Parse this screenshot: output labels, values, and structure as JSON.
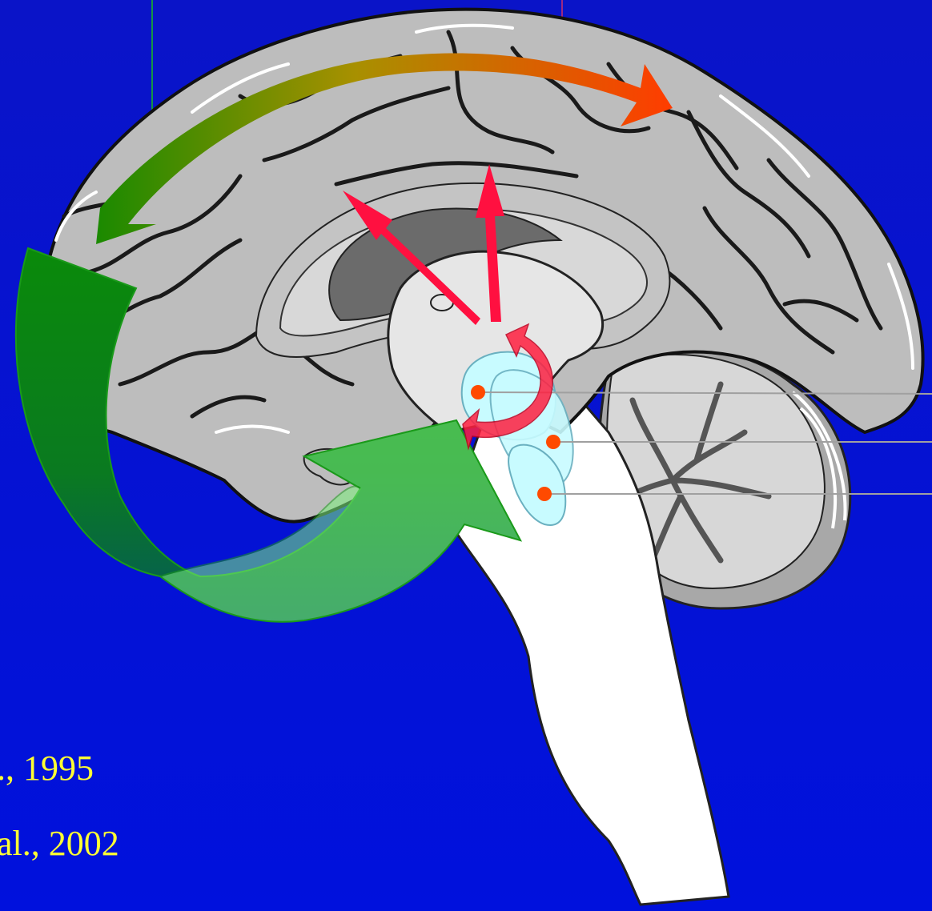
{
  "citations": [
    {
      "text": "., 1995"
    },
    {
      "text": "al., 2002"
    }
  ],
  "colors": {
    "background": "#0a14c8",
    "cortex": "#bdbdbd",
    "ventricle": "#6b6b6b",
    "brainstem": "#ffffff",
    "nuclei": "#c8fbff",
    "nucleus_dot": "#ff4a00",
    "red_arrows": "#ff1040",
    "green_projection": "#0a8a0a",
    "arc_start": "#1a8a00",
    "arc_end": "#ff3c00",
    "citation_text": "#ffff33"
  },
  "diagram": {
    "pointer_lines": 3,
    "nuclei_dots": 3,
    "arrows": [
      "green-to-orange-cortical-arc",
      "red-ascending-arrows",
      "curved-red-arrow",
      "green-descending-projection"
    ]
  }
}
